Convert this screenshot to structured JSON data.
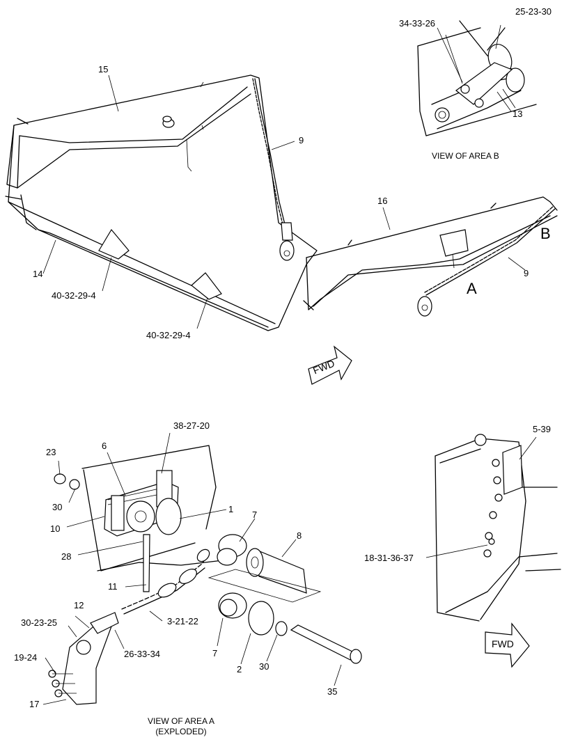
{
  "callouts": [
    {
      "id": "c-25-23-30",
      "text": "25-23-30"
    },
    {
      "id": "c-34-33-26",
      "text": "34-33-26"
    },
    {
      "id": "c-13",
      "text": "13"
    },
    {
      "id": "c-15",
      "text": "15"
    },
    {
      "id": "c-9-top",
      "text": "9"
    },
    {
      "id": "c-16",
      "text": "16"
    },
    {
      "id": "c-B",
      "text": "B"
    },
    {
      "id": "c-9-right",
      "text": "9"
    },
    {
      "id": "c-A",
      "text": "A"
    },
    {
      "id": "c-14",
      "text": "14"
    },
    {
      "id": "c-40-32-29-4-a",
      "text": "40-32-29-4"
    },
    {
      "id": "c-40-32-29-4-b",
      "text": "40-32-29-4"
    },
    {
      "id": "c-38-27-20",
      "text": "38-27-20"
    },
    {
      "id": "c-6",
      "text": "6"
    },
    {
      "id": "c-23",
      "text": "23"
    },
    {
      "id": "c-30-a",
      "text": "30"
    },
    {
      "id": "c-10",
      "text": "10"
    },
    {
      "id": "c-1",
      "text": "1"
    },
    {
      "id": "c-7-a",
      "text": "7"
    },
    {
      "id": "c-8",
      "text": "8"
    },
    {
      "id": "c-28",
      "text": "28"
    },
    {
      "id": "c-11",
      "text": "11"
    },
    {
      "id": "c-12",
      "text": "12"
    },
    {
      "id": "c-30-23-25",
      "text": "30-23-25"
    },
    {
      "id": "c-3-21-22",
      "text": "3-21-22"
    },
    {
      "id": "c-26-33-34",
      "text": "26-33-34"
    },
    {
      "id": "c-19-24",
      "text": "19-24"
    },
    {
      "id": "c-17",
      "text": "17"
    },
    {
      "id": "c-7-b",
      "text": "7"
    },
    {
      "id": "c-2",
      "text": "2"
    },
    {
      "id": "c-30-b",
      "text": "30"
    },
    {
      "id": "c-35",
      "text": "35"
    },
    {
      "id": "c-5-39",
      "text": "5-39"
    },
    {
      "id": "c-18-31-36-37",
      "text": "18-31-36-37"
    }
  ],
  "captions": {
    "view_b": "VIEW OF AREA  B",
    "view_a_line1": "VIEW OF AREA  A",
    "view_a_line2": "(EXPLODED)"
  },
  "fwd_arrows": {
    "label": "FWD"
  }
}
